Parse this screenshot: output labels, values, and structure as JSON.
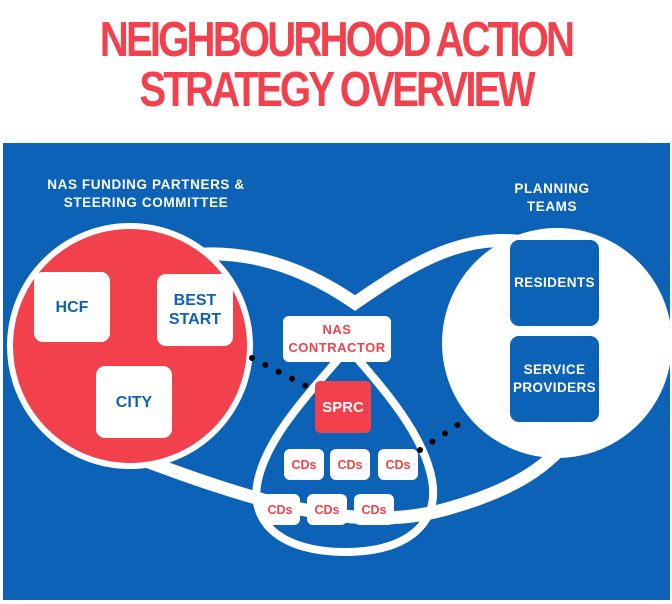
{
  "title": {
    "line1": "NEIGHBOURHOOD ACTION",
    "line2": "STRATEGY OVERVIEW"
  },
  "colors": {
    "red": "#f2414d",
    "blue": "#0b62b6",
    "white": "#ffffff"
  },
  "funding": {
    "heading_line1": "NAS FUNDING PARTNERS &",
    "heading_line2": "STEERING COMMITTEE",
    "hcf": "HCF",
    "best": "BEST",
    "start": "START",
    "city": "CITY"
  },
  "planning": {
    "heading_line1": "PLANNING",
    "heading_line2": "TEAMS",
    "residents": "RESIDENTS",
    "service": "SERVICE",
    "providers": "PROVIDERS"
  },
  "contractor": {
    "line1": "NAS",
    "line2": "CONTRACTOR"
  },
  "sprc": "SPRC",
  "cds": [
    "CDs",
    "CDs",
    "CDs",
    "CDs",
    "CDs",
    "CDs"
  ]
}
